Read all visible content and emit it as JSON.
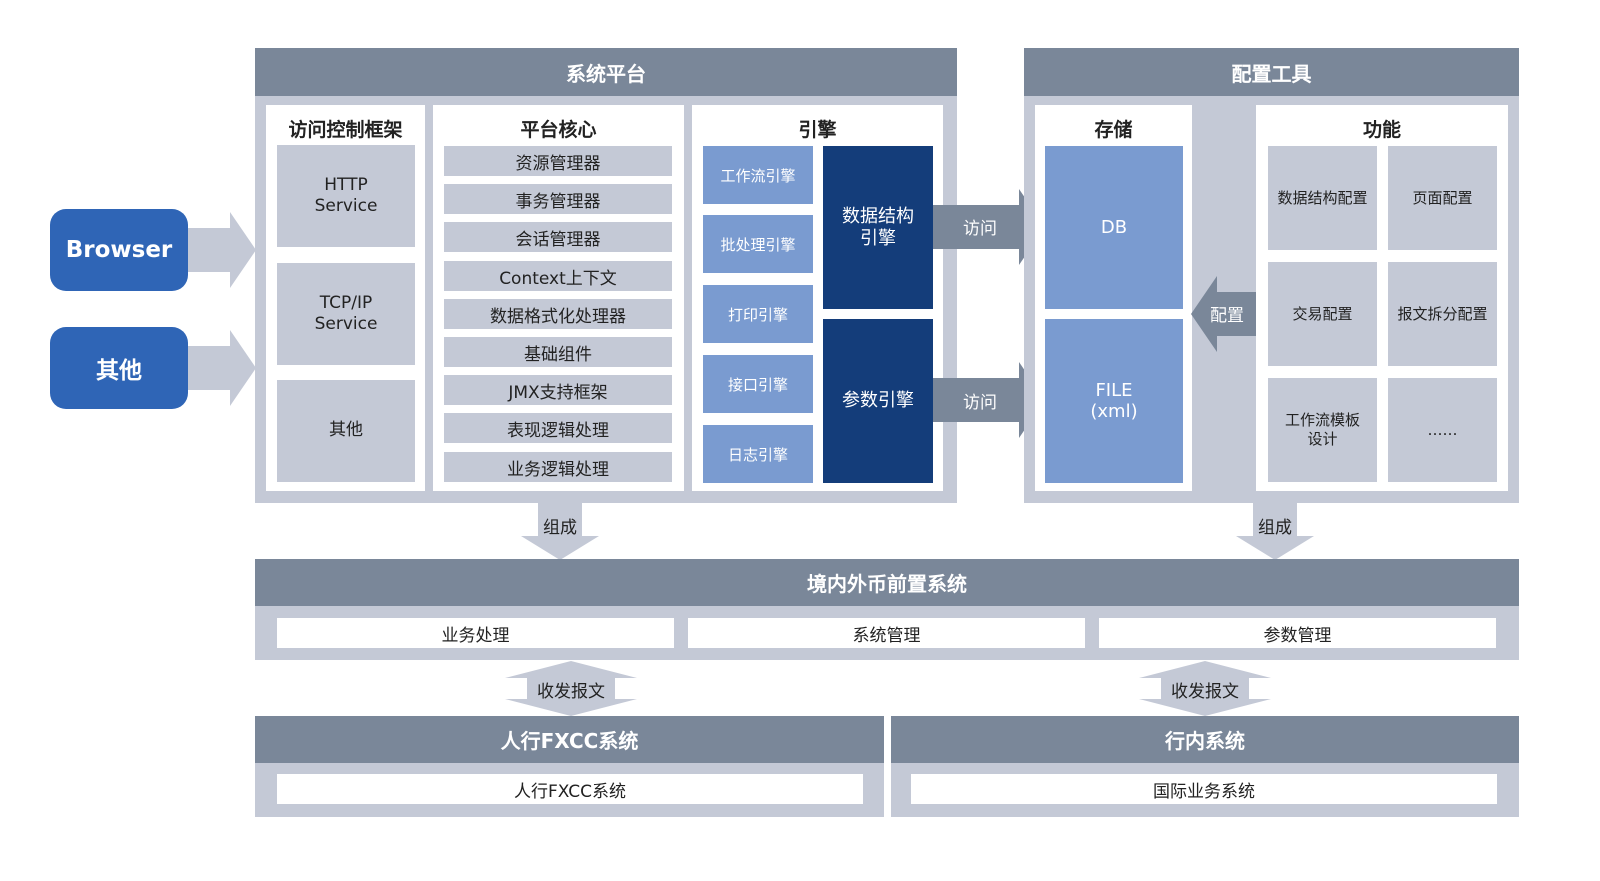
{
  "clients": {
    "browser": "Browser",
    "other": "其他"
  },
  "system_platform": {
    "title": "系统平台",
    "access_control": {
      "title": "访问控制框架",
      "items": [
        "HTTP\nService",
        "TCP/IP\nService",
        "其他"
      ]
    },
    "platform_core": {
      "title": "平台核心",
      "items": [
        "资源管理器",
        "事务管理器",
        "会话管理器",
        "Context上下文",
        "数据格式化处理器",
        "基础组件",
        "JMX支持框架",
        "表现逻辑处理",
        "业务逻辑处理"
      ]
    },
    "engine": {
      "title": "引擎",
      "light_items": [
        "工作流引擎",
        "批处理引擎",
        "打印引擎",
        "接口引擎",
        "日志引擎"
      ],
      "dark_items": [
        "数据结构\n引擎",
        "参数引擎"
      ]
    }
  },
  "config_tool": {
    "title": "配置工具",
    "storage": {
      "title": "存储",
      "items": [
        "DB",
        "FILE\n(xml)"
      ]
    },
    "functions": {
      "title": "功能",
      "items": [
        "数据结构配置",
        "页面配置",
        "交易配置",
        "报文拆分配置",
        "工作流模板\n设计",
        "……"
      ]
    }
  },
  "arrows": {
    "access_1": "访问",
    "access_2": "访问",
    "configure": "配置",
    "compose_left": "组成",
    "compose_right": "组成",
    "msg_left": "收发报文",
    "msg_right": "收发报文"
  },
  "front_system": {
    "title": "境内外币前置系统",
    "items": [
      "业务处理",
      "系统管理",
      "参数管理"
    ]
  },
  "pboc": {
    "title": "人行FXCC系统",
    "item": "人行FXCC系统"
  },
  "bank": {
    "title": "行内系统",
    "item": "国际业务系统"
  },
  "colors": {
    "header": "#7a8799",
    "panel": "#c4c9d6",
    "light_blue": "#7a9bd0",
    "dark_blue": "#143d7a",
    "client_blue": "#2f65b6",
    "arrow_light": "#c4c9d6",
    "arrow_dark": "#7a8799"
  }
}
